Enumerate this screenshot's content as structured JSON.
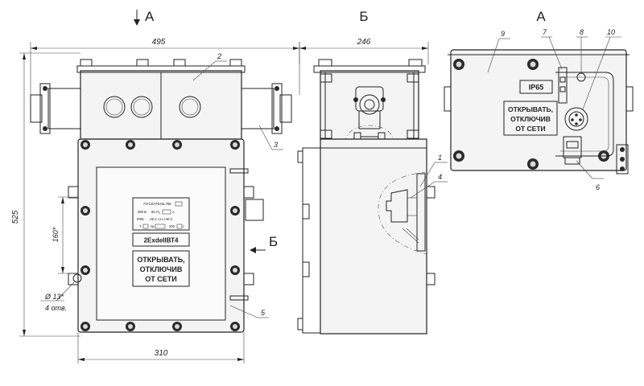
{
  "views": {
    "section_a_marker": "А",
    "section_b_marker": "Б",
    "view_b_title": "Б",
    "view_a_title": "А"
  },
  "dimensions": {
    "front_width_total": "495",
    "front_height": "525",
    "front_body_width": "310",
    "mount_spacing": "160*",
    "hole_diameter": "Ø 13*",
    "hole_count": "4 отв.",
    "side_width": "246"
  },
  "callouts": [
    "1",
    "2",
    "3",
    "4",
    "5",
    "6",
    "7",
    "8",
    "9",
    "10"
  ],
  "nameplate": {
    "line1": "ПУСКАТЕЛЬ ПВ-",
    "line2a": "380 В",
    "line2b": "50 Гц",
    "line2c": "А",
    "line3a": "IP65",
    "line3b": "-45 С ≤t ≤+40  С",
    "line4a": "Т",
    "line4b": "№",
    "line4c": "200",
    "line4d": "г."
  },
  "ex_marking": "2ExdeIIВТ4",
  "warning": {
    "line1": "ОТКРЫВАТЬ,",
    "line2": "ОТКЛЮЧИВ",
    "line3": "ОТ СЕТИ"
  },
  "ip_label": "IP65"
}
